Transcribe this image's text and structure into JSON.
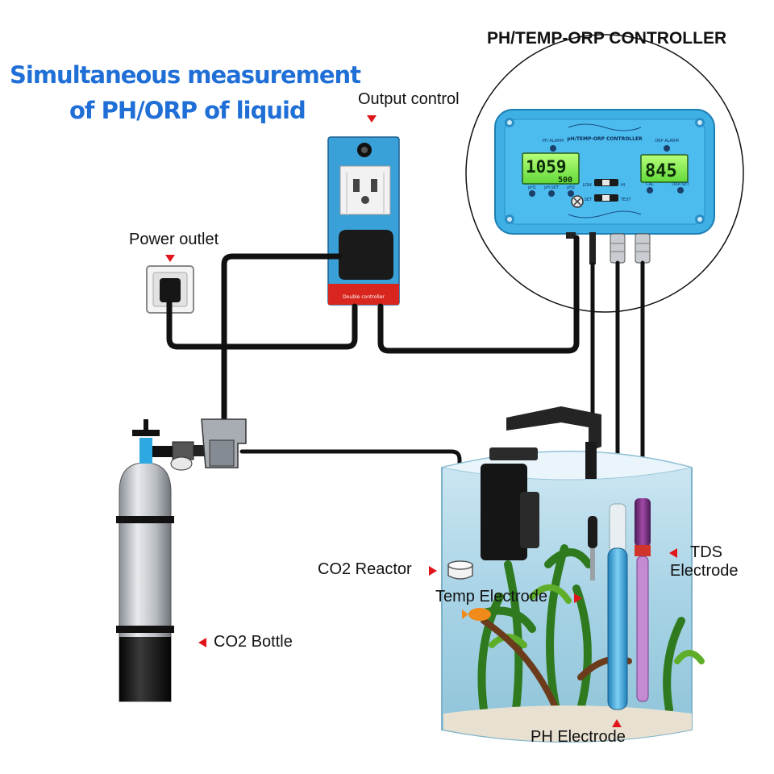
{
  "title": {
    "line1": "Simultaneous measurement",
    "line2": "of PH/ORP of liquid"
  },
  "controller": {
    "heading": "PH/TEMP-ORP CONTROLLER",
    "panel_label": "pH/TEMP-ORP CONTROLLER",
    "ph_alarm": "PH ALARM",
    "orp_alarm": "ORP ALARM",
    "ph_reading": "1059",
    "temp_reading": "500",
    "orp_reading": "845",
    "btn_ph1": "pH1",
    "btn_phset": "pH-SET",
    "btn_ph2": "pH2",
    "btn_cal": "CAL",
    "btn_orpset": "ORP-SET",
    "sw_low": "LOW",
    "sw_hi": "HI",
    "sw_set": "SET",
    "sw_test": "TEST"
  },
  "output_box": {
    "label": "Double controller"
  },
  "labels": {
    "output_control": "Output control",
    "power_outlet": "Power outlet",
    "co2_reactor": "CO2 Reactor",
    "temp_electrode": "Temp Electrode",
    "tds_line1": "TDS",
    "tds_line2": "Electrode",
    "co2_bottle": "CO2 Bottle",
    "ph_electrode": "PH Electrode"
  },
  "colors": {
    "title_blue": "#1f6fd6",
    "controller_blue": "#3fb0e6",
    "lcd_green": "#8ff05a",
    "arrow_red": "#e0161b",
    "cable": "#111111"
  }
}
